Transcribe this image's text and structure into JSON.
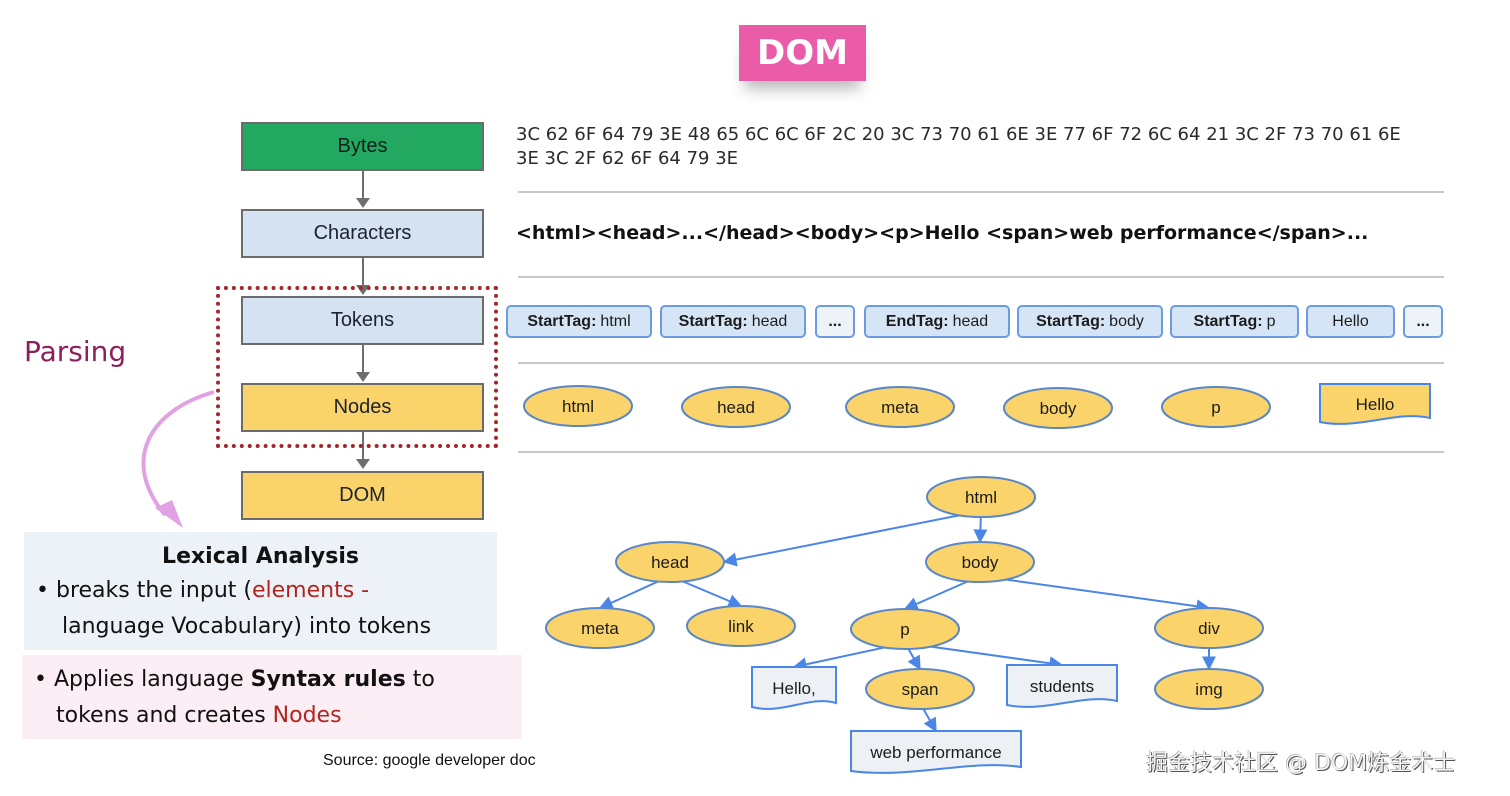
{
  "title": "DOM",
  "pipeline": {
    "stages": [
      "Bytes",
      "Characters",
      "Tokens",
      "Nodes",
      "DOM"
    ],
    "parsing_label": "Parsing"
  },
  "bytes_hex": "3C 62 6F 64 79 3E 48 65 6C 6C 6F 2C 20 3C 73 70 61 6E 3E 77 6F 72 6C 64 21 3C 2F 73 70 61 6E 3E 3C 2F 62 6F 64 79 3E",
  "characters_text": "<html><head>...</head><body><p>Hello <span>web performance</span>...",
  "tokens": [
    {
      "kind": "StartTag:",
      "value": "html"
    },
    {
      "kind": "StartTag:",
      "value": "head"
    },
    {
      "kind": "",
      "value": "..."
    },
    {
      "kind": "EndTag:",
      "value": "head"
    },
    {
      "kind": "StartTag:",
      "value": "body"
    },
    {
      "kind": "StartTag:",
      "value": "p"
    },
    {
      "kind": "",
      "value": "Hello"
    },
    {
      "kind": "",
      "value": "..."
    }
  ],
  "nodes_row": [
    {
      "label": "html",
      "type": "element"
    },
    {
      "label": "head",
      "type": "element"
    },
    {
      "label": "meta",
      "type": "element"
    },
    {
      "label": "body",
      "type": "element"
    },
    {
      "label": "p",
      "type": "element"
    },
    {
      "label": "Hello",
      "type": "text"
    }
  ],
  "dom_tree": {
    "nodes": [
      {
        "id": "html",
        "label": "html",
        "type": "element"
      },
      {
        "id": "head",
        "label": "head",
        "type": "element"
      },
      {
        "id": "body",
        "label": "body",
        "type": "element"
      },
      {
        "id": "meta",
        "label": "meta",
        "type": "element"
      },
      {
        "id": "link",
        "label": "link",
        "type": "element"
      },
      {
        "id": "p",
        "label": "p",
        "type": "element"
      },
      {
        "id": "div",
        "label": "div",
        "type": "element"
      },
      {
        "id": "hello",
        "label": "Hello,",
        "type": "text"
      },
      {
        "id": "span",
        "label": "span",
        "type": "element"
      },
      {
        "id": "students",
        "label": "students",
        "type": "text"
      },
      {
        "id": "img",
        "label": "img",
        "type": "element"
      },
      {
        "id": "webperf",
        "label": "web performance",
        "type": "text"
      }
    ],
    "edges": [
      [
        "html",
        "head"
      ],
      [
        "html",
        "body"
      ],
      [
        "head",
        "meta"
      ],
      [
        "head",
        "link"
      ],
      [
        "body",
        "p"
      ],
      [
        "body",
        "div"
      ],
      [
        "p",
        "hello"
      ],
      [
        "p",
        "span"
      ],
      [
        "p",
        "students"
      ],
      [
        "span",
        "webperf"
      ],
      [
        "div",
        "img"
      ]
    ]
  },
  "lexical": {
    "title": "Lexical Analysis",
    "line1_prefix": "breaks the input (",
    "line1_highlight": "elements -",
    "line2": "language Vocabulary) into tokens"
  },
  "syntax": {
    "line1_prefix": "Applies language ",
    "line1_bold": "Syntax rules",
    "line1_suffix": " to",
    "line2_prefix": "tokens and creates ",
    "line2_highlight": "Nodes"
  },
  "source": "Source: google developer doc",
  "watermark": "掘金技术社区 @ DOM炼金术士",
  "colors": {
    "badge": "#ea5ca8",
    "bytes": "#23a862",
    "light_blue": "#d4e2f1",
    "node_yellow": "#fad36a",
    "edge_blue": "#4a86e8",
    "parsing_border": "#a3262a",
    "highlight_red": "#b3241f",
    "parsing_text": "#8e1f5b"
  }
}
